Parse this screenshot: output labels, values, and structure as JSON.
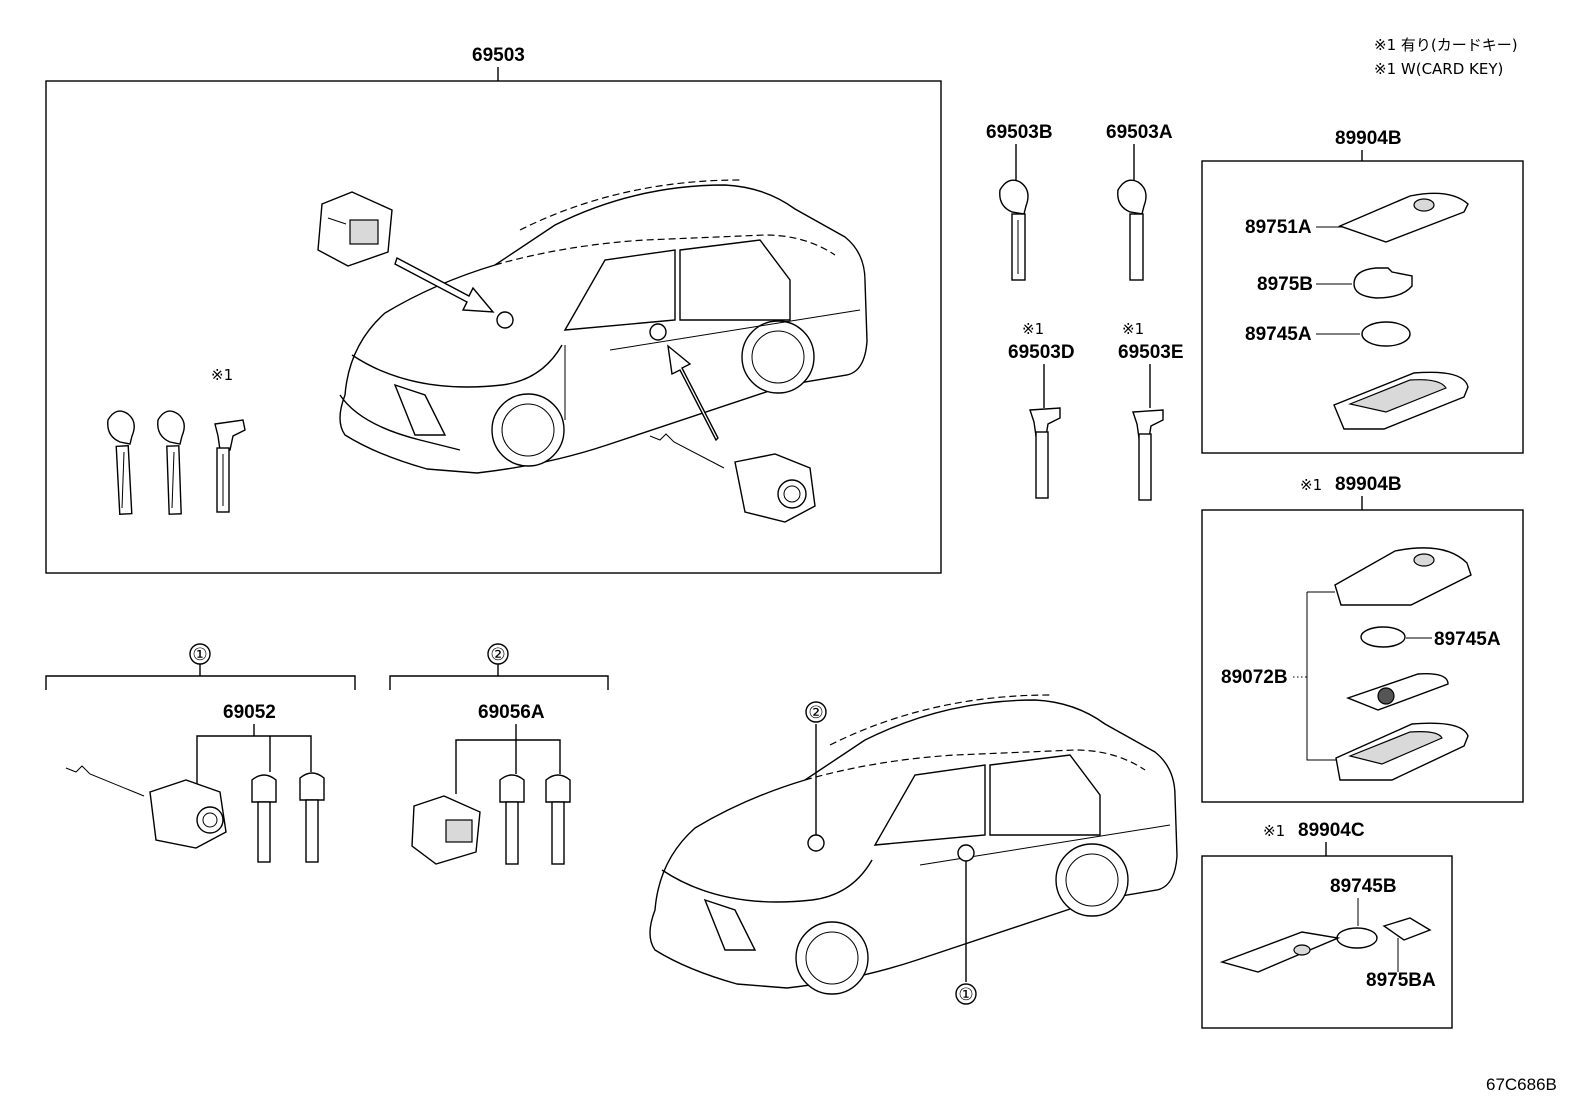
{
  "diagram_id": "67C686B",
  "notes": [
    "※1 有り(カードキー)",
    "※1 W(CARD KEY)"
  ],
  "note_mark": "※1",
  "circled": {
    "one": "①",
    "two": "②"
  },
  "part_numbers": {
    "set_main": "69503",
    "key_b": "69503B",
    "key_a": "69503A",
    "key_d": "69503D",
    "key_e": "69503E",
    "transmitter": "89904B",
    "transmitter_card": "89904B",
    "card": "89904C",
    "cover": "89751A",
    "battery_holder": "8975B",
    "battery_a": "89745A",
    "battery_a2": "89745A",
    "housing": "89072B",
    "battery_b": "89745B",
    "card_holder": "8975BA",
    "door_cylinder_set": "69052",
    "hood_cylinder_set": "69056A"
  }
}
